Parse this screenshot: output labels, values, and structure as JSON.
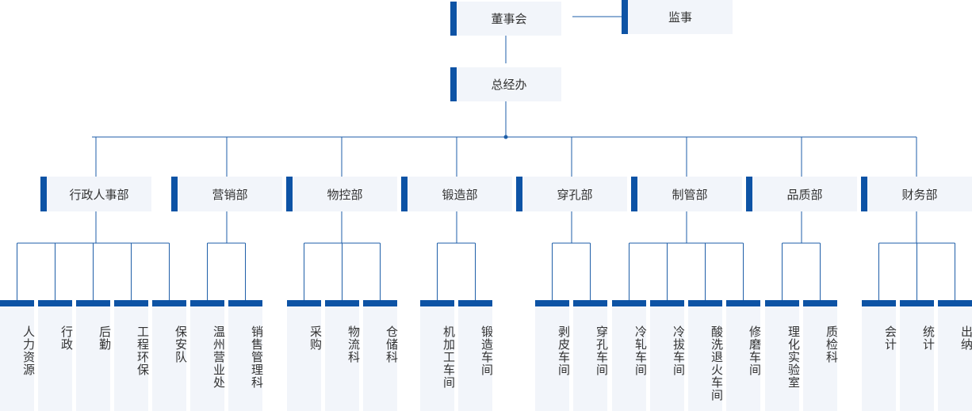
{
  "top": {
    "board": "董事会",
    "supervisor": "监事",
    "gm": "总经办"
  },
  "departments": [
    {
      "name": "行政人事部",
      "children": [
        "人力资源",
        "行政",
        "后勤",
        "工程环保",
        "保安队"
      ]
    },
    {
      "name": "营销部",
      "children": [
        "温州营业处",
        "销售管理科"
      ]
    },
    {
      "name": "物控部",
      "children": [
        "采购",
        "物流科",
        "仓储科"
      ]
    },
    {
      "name": "锻造部",
      "children": [
        "机加工车间",
        "锻造车间"
      ]
    },
    {
      "name": "穿孔部",
      "children": [
        "剥皮车间",
        "穿孔车间"
      ]
    },
    {
      "name": "制管部",
      "children": [
        "冷轧车间",
        "冷拔车间",
        "酸洗退火车间",
        "修磨车间"
      ]
    },
    {
      "name": "品质部",
      "children": [
        "理化实验室",
        "质检科"
      ]
    },
    {
      "name": "财务部",
      "children": [
        "会计",
        "统计",
        "出纳"
      ]
    }
  ],
  "colors": {
    "accent": "#0d53a5",
    "line": "#1e5ea8",
    "box": "#f2f5fa",
    "text": "#333333"
  }
}
